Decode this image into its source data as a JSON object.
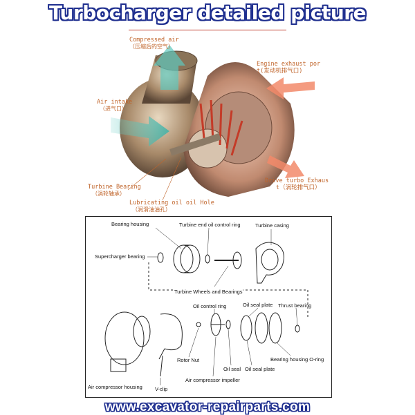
{
  "title": "Turbocharger detailed picture",
  "cutaway_labels": {
    "compressed_air_en": "Compressed air",
    "compressed_air_cn": "（压缩后的空气）",
    "engine_exhaust_en_1": "Engine exhaust por",
    "engine_exhaust_en_2": "t(发动机排气口)",
    "air_intake_en": "Air intake",
    "air_intake_cn": "（进气口）",
    "drive_turbo_en_1": "Drive turbo Exhaus",
    "drive_turbo_en_2": "t（涡轮排气口）",
    "turbine_bearing_en": "Turbine Bearing",
    "turbine_bearing_cn": "（涡轮轴承）",
    "lube_hole_en": "Lubricating oil oil Hole",
    "lube_hole_cn": "（润滑油油孔）"
  },
  "exploded_labels": {
    "bearing_housing": "Bearing housing",
    "turbine_end_ring": "Turbine end oil control ring",
    "turbine_casing": "Turbine casing",
    "supercharger_bearing": "Supercharger bearing",
    "turbine_wheels": "Turbine Wheels and Bearings",
    "oil_control_ring": "Oil control ring",
    "oil_seal_plate_top": "Oil seal plate",
    "thrust_bearing": "Thrust bearing",
    "rotor_nut": "Rotor Nut",
    "oil_seal": "Oil seal",
    "oil_seal_plate_bottom": "Oil seal plate",
    "bearing_o_ring": "Bearing housing O-ring",
    "air_compressor_impeller": "Air compressor impeller",
    "air_compressor_housing": "Air compressor housing",
    "v_clip": "V-clip"
  },
  "footer": "www.excavator-repairparts.com",
  "colors": {
    "brand_blue": "#1f2f8f",
    "label_orange": "#c0642a",
    "accent_red": "#c0392b"
  }
}
